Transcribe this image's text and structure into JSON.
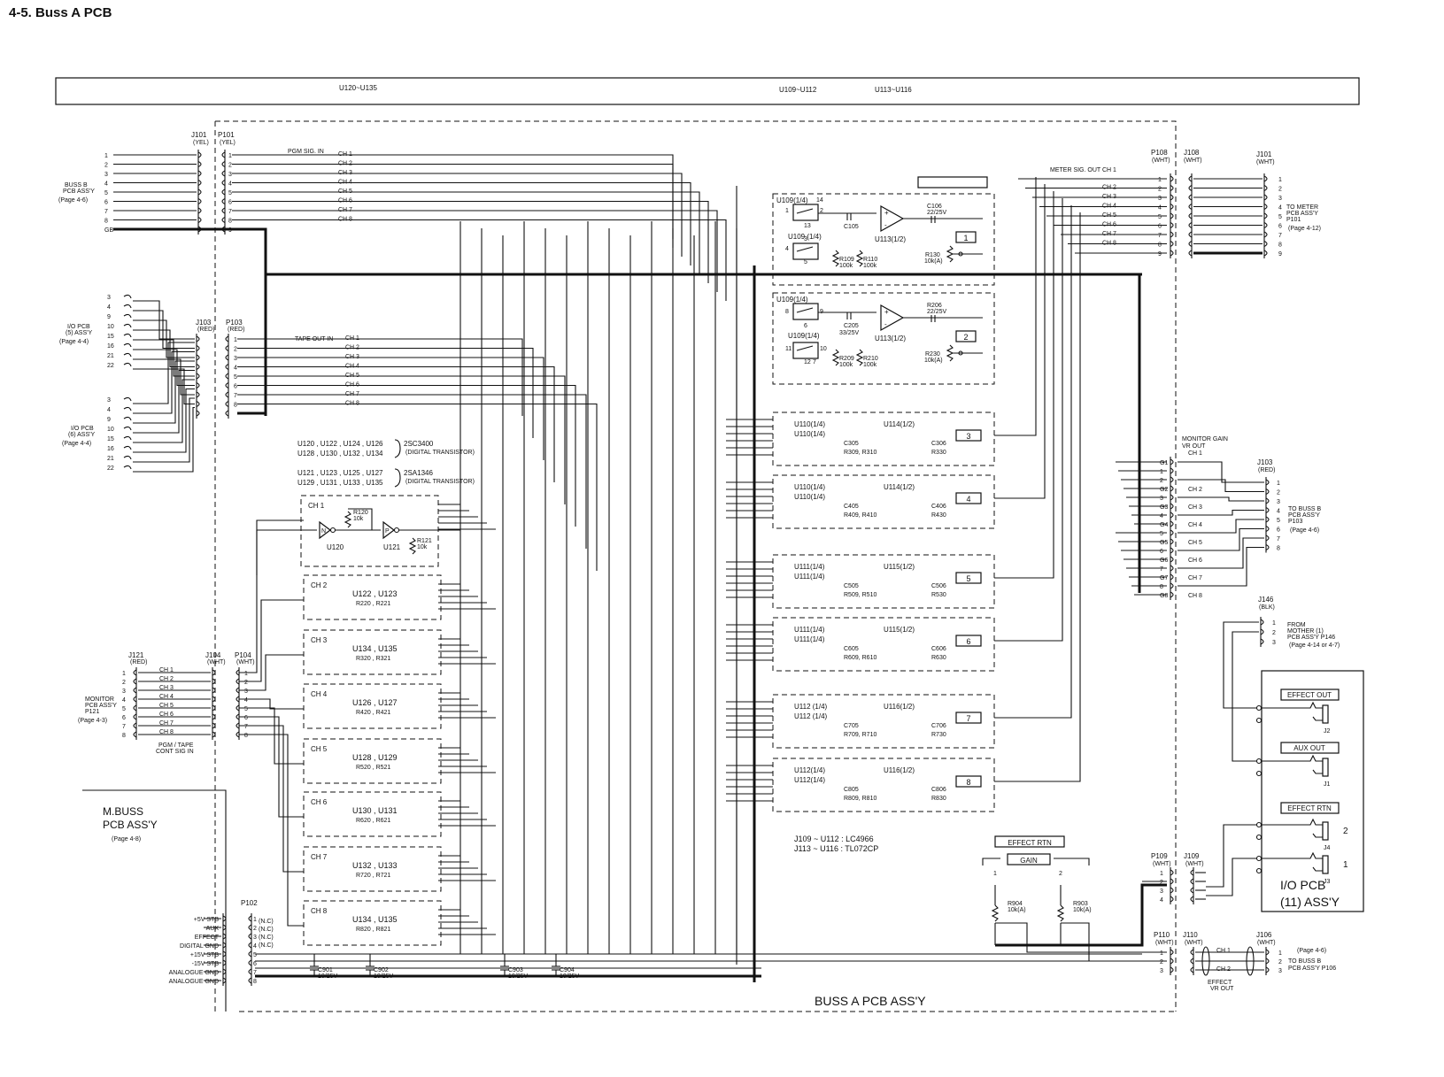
{
  "title": "4-5. Buss A PCB",
  "top_bar": {
    "left": "U120~U135",
    "mid": "U109~U112",
    "right": "U113~U116"
  },
  "board_label": "BUSS A PCB ASS'Y",
  "connectors": {
    "j101": {
      "name": "J101",
      "color": "(YEL)"
    },
    "p101": {
      "name": "P101",
      "color": "(YEL)"
    },
    "j103": {
      "name": "J103",
      "color": "(RED)"
    },
    "p103": {
      "name": "P103",
      "color": "(RED)"
    },
    "j121": {
      "name": "J121",
      "color": "(RED)"
    },
    "j104": {
      "name": "J104",
      "color": "(WHT)"
    },
    "p104": {
      "name": "P104",
      "color": "(WHT)"
    },
    "p102": {
      "name": "P102"
    },
    "p108": {
      "name": "P108",
      "color": "(WHT)"
    },
    "j108": {
      "name": "J108",
      "color": "(WHT)"
    },
    "j101r": {
      "name": "J101",
      "color": "(WHT)"
    },
    "j103r": {
      "name": "J103",
      "color": "(RED)"
    },
    "j146": {
      "name": "J146",
      "color": "(BLK)"
    },
    "p109": {
      "name": "P109",
      "color": "(WHT)"
    },
    "j109": {
      "name": "J109",
      "color": "(WHT)"
    },
    "p110": {
      "name": "P110",
      "color": "(WHT)"
    },
    "j110": {
      "name": "J110",
      "color": "(WHT)"
    },
    "j106": {
      "name": "J106",
      "color": "(WHT)"
    }
  },
  "left_labels": {
    "buss_b": [
      "BUSS B",
      "PCB ASS'Y",
      "(Page 4-6)"
    ],
    "io5": [
      "I/O PCB",
      "(5) ASS'Y",
      "(Page 4-4)"
    ],
    "io6": [
      "I/O PCB",
      "(6) ASS'Y",
      "(Page 4-4)"
    ],
    "monitor": [
      "MONITOR",
      "PCB ASS'Y",
      "P121",
      "(Page 4-3)"
    ],
    "mbuss": [
      "M.BUSS",
      "PCB ASS'Y",
      "(Page 4-8)"
    ]
  },
  "pins_top": [
    "1",
    "2",
    "3",
    "4",
    "5",
    "6",
    "7",
    "8",
    "GB"
  ],
  "pins_mid_a": [
    "3",
    "4",
    "9",
    "10",
    "15",
    "16",
    "21",
    "22"
  ],
  "pins_mid_b": [
    "3",
    "4",
    "9",
    "10",
    "15",
    "16",
    "21",
    "22"
  ],
  "pgm_sig": "PGM SIG. IN",
  "tape_out": "TAPE OUT IN",
  "channels": [
    "CH 1",
    "CH 2",
    "CH 3",
    "CH 4",
    "CH 5",
    "CH 6",
    "CH 7",
    "CH 8"
  ],
  "pgm_tape": [
    "PGM / TAPE",
    "CONT SIG IN"
  ],
  "p102_lines": [
    "+5V STB",
    "AUX",
    "EFFECT",
    "DIGITAL GND",
    "+15V STB",
    "-15V STB",
    "ANALOGUE GND",
    "ANALOGUE GND"
  ],
  "p102_nc": [
    "(N.C)",
    "(N.C)",
    "(N.C)",
    "(N.C)"
  ],
  "transistor_legend": {
    "npn_parts_1": "U120 , U122 , U124 , U126",
    "npn_parts_2": "U128 , U130 , U132 , U134",
    "npn_type": "2SC3400",
    "npn_desc": "(DIGITAL TRANSISTOR)",
    "pnp_parts_1": "U121 , U123 , U125 , U127",
    "pnp_parts_2": "U129 , U131 , U133 , U135",
    "pnp_type": "2SA1346",
    "pnp_desc": "(DIGITAL TRANSISTOR)"
  },
  "ch_blocks": [
    {
      "ch": "CH 1",
      "parts": "",
      "res": ""
    },
    {
      "ch": "CH 2",
      "parts": "U122 , U123",
      "res": "R220 , R221"
    },
    {
      "ch": "CH 3",
      "parts": "U134 , U135",
      "res": "R320 , R321"
    },
    {
      "ch": "CH 4",
      "parts": "U126 , U127",
      "res": "R420 , R421"
    },
    {
      "ch": "CH 5",
      "parts": "U128 , U129",
      "res": "R520 , R521"
    },
    {
      "ch": "CH 6",
      "parts": "U130 , U131",
      "res": "R620 , R621"
    },
    {
      "ch": "CH 7",
      "parts": "U132 , U133",
      "res": "R720 , R721"
    },
    {
      "ch": "CH 8",
      "parts": "U134 , U135",
      "res": "R820 , R821"
    }
  ],
  "ch1_detail": {
    "q1": "U120",
    "q2": "U121",
    "r1": "R120",
    "r1v": "10k",
    "r2": "R121",
    "r2v": "10k",
    "n": "N",
    "p": "P"
  },
  "caps_bottom": [
    {
      "name": "C901",
      "val": "10/25V"
    },
    {
      "name": "C902",
      "val": "10/25V"
    },
    {
      "name": "C903",
      "val": "10/25V"
    },
    {
      "name": "C904",
      "val": "10/25V"
    }
  ],
  "monitor_gain": "MONITOR GAIN",
  "mg_blocks": [
    {
      "num": "1",
      "sw1": "U109(1/4)",
      "sw2": "U109 (1/4)",
      "amp": "U113(1/2)",
      "c1": "C105",
      "c2": "C106",
      "c2v": "22/25V",
      "ra": "R109",
      "rav": "100k",
      "rb": "R110",
      "rbv": "100k",
      "vr": "R130",
      "vrv": "10k(A)"
    },
    {
      "num": "2",
      "sw1": "U109(1/4)",
      "sw2": "U109(1/4)",
      "amp": "U113(1/2)",
      "c1": "C205",
      "c1v": "33/25V",
      "c2": "R206",
      "c2v": "22/25V",
      "ra": "R209",
      "rav": "100k",
      "rb": "R210",
      "rbv": "100k",
      "vr": "R230",
      "vrv": "10k(A)"
    }
  ],
  "sw_pins": {
    "p14": "14",
    "p1": "1",
    "p2": "2",
    "p13": "13",
    "p4": "4",
    "p3": "3",
    "p5": "5",
    "p8": "8",
    "p9": "9",
    "p6": "6",
    "p11": "11",
    "p10": "10",
    "p12": "12",
    "p7": "7"
  },
  "ch_boxes": [
    {
      "num": "3",
      "u1": "U110(1/4)",
      "u2": "U110(1/4)",
      "u3": "U114(1/2)",
      "c1": "C305",
      "r1": "R309, R310",
      "c2": "C306",
      "r2": "R330"
    },
    {
      "num": "4",
      "u1": "U110(1/4)",
      "u2": "U110(1/4)",
      "u3": "U114(1/2)",
      "c1": "C405",
      "r1": "R409, R410",
      "c2": "C406",
      "r2": "R430"
    },
    {
      "num": "5",
      "u1": "U111(1/4)",
      "u2": "U111(1/4)",
      "u3": "U115(1/2)",
      "c1": "C505",
      "r1": "R509, R510",
      "c2": "C506",
      "r2": "R530"
    },
    {
      "num": "6",
      "u1": "U111(1/4)",
      "u2": "U111(1/4)",
      "u3": "U115(1/2)",
      "c1": "C605",
      "r1": "R609, R610",
      "c2": "C606",
      "r2": "R630"
    },
    {
      "num": "7",
      "u1": "U112 (1/4)",
      "u2": "U112 (1/4)",
      "u3": "U116(1/2)",
      "c1": "C705",
      "r1": "R709, R710",
      "c2": "C706",
      "r2": "R730"
    },
    {
      "num": "8",
      "u1": "U112(1/4)",
      "u2": "U112(1/4)",
      "u3": "U116(1/2)",
      "c1": "C805",
      "r1": "R809, R810",
      "c2": "C806",
      "r2": "R830"
    }
  ],
  "ic_legend": {
    "l1": "J109 ~ U112 : LC4966",
    "l2": "J113 ~ U116 : TL072CP"
  },
  "meter_sig": "METER SIG. OUT CH 1",
  "meter_chs": [
    "CH 2",
    "CH 3",
    "CH 4",
    "CH 5",
    "CH 6",
    "CH 7",
    "CH 8"
  ],
  "pins_9": [
    "1",
    "2",
    "3",
    "4",
    "5",
    "6",
    "7",
    "8",
    "9"
  ],
  "to_meter": [
    "TO METER",
    "PCB ASS'Y",
    "P101",
    "(Page 4-12)"
  ],
  "monitor_gain_vr": [
    "MONITOR GAIN",
    "VR OUT",
    "CH 1"
  ],
  "g_pins": [
    "G1",
    "1",
    "2",
    "G2",
    "3",
    "G3",
    "4",
    "G4",
    "5",
    "G5",
    "6",
    "G6",
    "7",
    "G7",
    "8",
    "G8"
  ],
  "j103r_chs": [
    "CH 2",
    "CH 3",
    "CH 4",
    "CH 5",
    "CH 6",
    "CH 7",
    "CH 8"
  ],
  "to_buss_b": [
    "TO BUSS B",
    "PCB ASS'Y",
    "P103",
    "(Page 4-6)"
  ],
  "from_mother": [
    "FROM",
    "MOTHER (1)",
    "PCB ASS'Y P146",
    "(Page 4-14 or 4-7)"
  ],
  "jacks": [
    {
      "label": "EFFECT OUT",
      "ref": "J2"
    },
    {
      "label": "AUX OUT",
      "ref": "J1"
    },
    {
      "label": "EFFECT RTN",
      "ref": "J4",
      "num": "2"
    },
    {
      "label": "",
      "ref": "J3",
      "num": "1"
    }
  ],
  "io11": [
    "I/O PCB",
    "(11) ASS'Y"
  ],
  "effect_rtn_gain": {
    "title": "EFFECT RTN",
    "gain": "GAIN",
    "n1": "1",
    "n2": "2"
  },
  "effect_pots": [
    {
      "name": "R904",
      "val": "10k(A)"
    },
    {
      "name": "R903",
      "val": "10k(A)"
    }
  ],
  "effect_vr": [
    "EFFECT",
    "VR OUT"
  ],
  "p110_ch": [
    "CH 1",
    "CH 2"
  ],
  "to_buss_b2": [
    "(Page 4-6)",
    "TO BUSS B",
    "PCB ASS'Y P106"
  ],
  "colors": {
    "ink": "#111111",
    "paper": "#ffffff"
  }
}
